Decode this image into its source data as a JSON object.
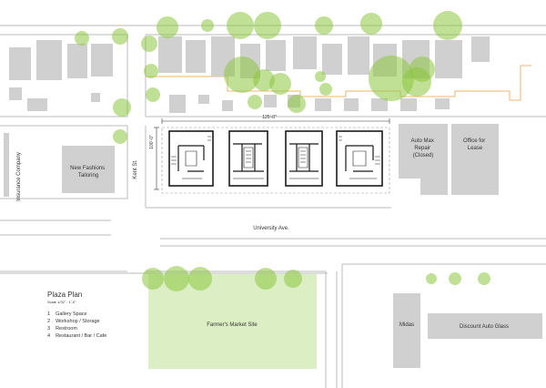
{
  "labels": {
    "dimension_width": "125'-0\"",
    "dimension_depth": "100'-0\"",
    "kent_st": "Kent St.",
    "university_ave": "University Ave.",
    "insurance_company": "Insurance Company",
    "new_fashions": [
      "New Fashions",
      "Tailoring"
    ],
    "auto_max": [
      "Auto Max",
      "Repair",
      "(Closed)"
    ],
    "office_lease": [
      "Office for",
      "Lease"
    ],
    "farmers_market": "Farmer's Market Site",
    "midas": "Midas",
    "discount_auto_glass": "Discount Auto Glass"
  },
  "legend": {
    "title": "Plaza Plan",
    "scale": "Scale 1/32\" : 1'-0\"",
    "items": [
      {
        "num": "1",
        "label": "Gallery Space"
      },
      {
        "num": "2",
        "label": "Workshop / Storage"
      },
      {
        "num": "3",
        "label": "Restroom"
      },
      {
        "num": "4",
        "label": "Restaurant / Bar / Cafe"
      }
    ]
  },
  "colors": {
    "tree": "#8cc63f",
    "site": "#dcefc4",
    "building": "#d0d0d0",
    "property_line": "#e8a44a",
    "road_line": "#bbbbbb",
    "wall": "#1a1a1a"
  }
}
